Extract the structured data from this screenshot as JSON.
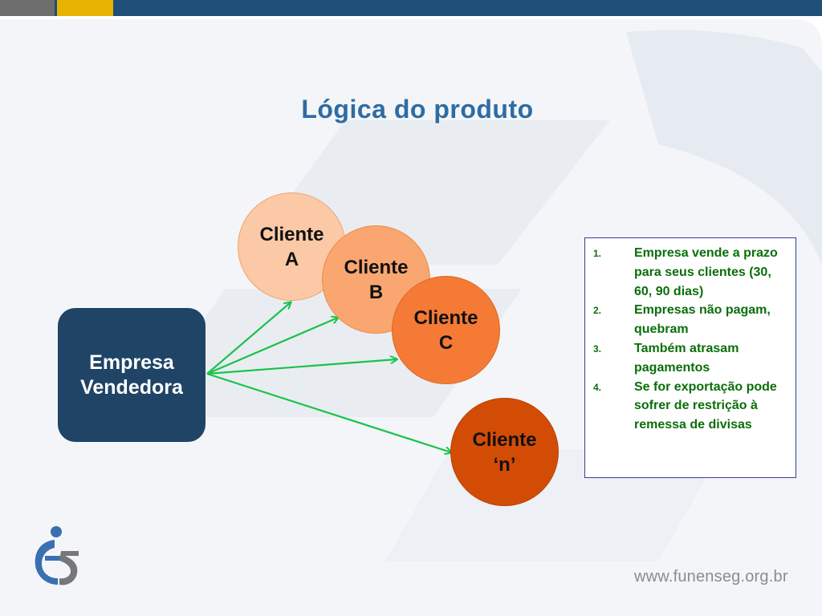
{
  "title": "Lógica do produto",
  "company": {
    "line1": "Empresa",
    "line2": "Vendedora"
  },
  "clients": [
    {
      "line1": "Cliente",
      "line2": "A"
    },
    {
      "line1": "Cliente",
      "line2": "B"
    },
    {
      "line1": "Cliente",
      "line2": "C"
    },
    {
      "line1": "Cliente",
      "line2": "‘n’"
    }
  ],
  "notes": [
    {
      "num": "1.",
      "text": "Empresa vende a prazo para seus clientes (30, 60, 90 dias)"
    },
    {
      "num": "2.",
      "text": "Empresas não pagam, quebram"
    },
    {
      "num": "3.",
      "text": "Também atrasam pagamentos"
    },
    {
      "num": "4.",
      "text": "Se for exportação pode sofrer de restrição à remessa de divisas"
    }
  ],
  "footer": {
    "url": "www.funenseg.org.br"
  },
  "colors": {
    "title": "#2e6ca4",
    "company": "#1f4466",
    "arrow": "#19c34a",
    "list_text": "#0a6e0a",
    "list_border": "#3a3f96",
    "client_a": "#fcc9a6",
    "client_b": "#f9a670",
    "client_c": "#f47a36",
    "client_n": "#d34c06"
  }
}
